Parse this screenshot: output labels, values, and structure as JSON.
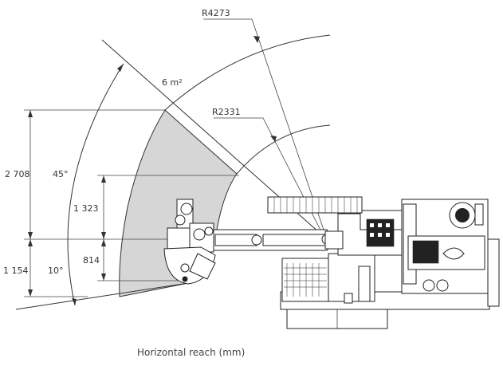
{
  "labels": {
    "r_outer": "R4273",
    "r_inner": "R2331",
    "area": "6 m²",
    "dim_upper": "2 708",
    "dim_upper_mid": "1 323",
    "dim_lower_mid": "814",
    "dim_lower": "1 154",
    "angle_upper": "45°",
    "angle_lower": "10°"
  },
  "caption": "Horizontal reach (mm)",
  "colors": {
    "coverage_fill": "#d6d6d6",
    "line": "#333333"
  }
}
